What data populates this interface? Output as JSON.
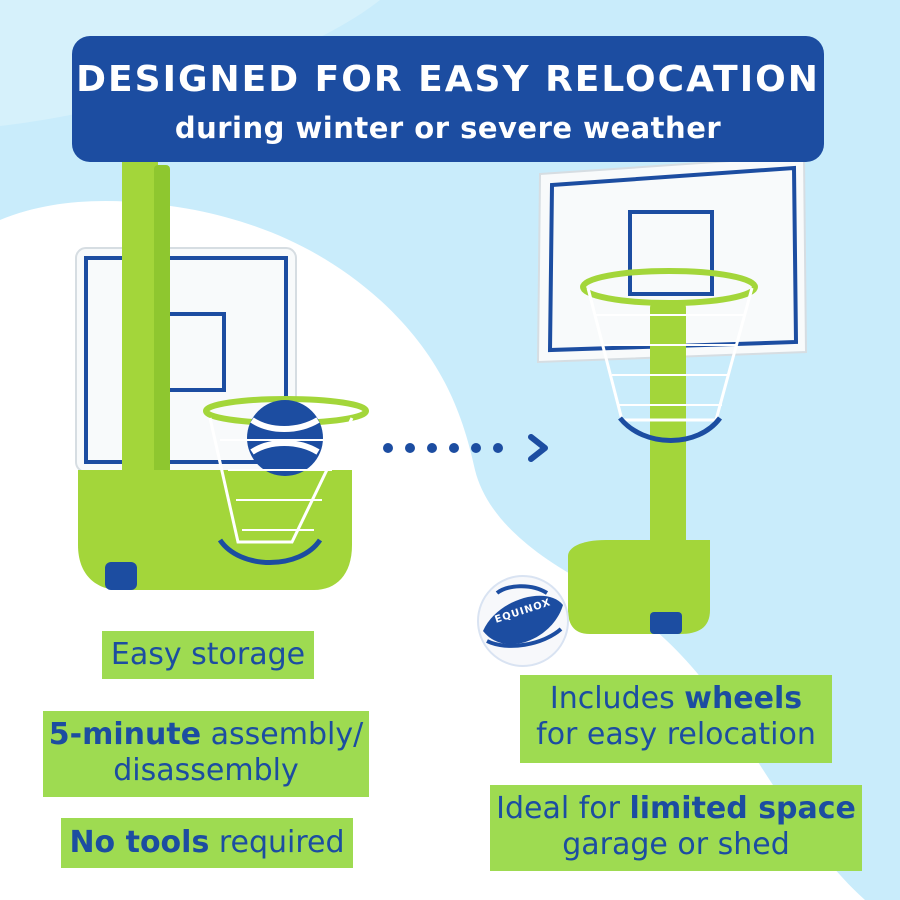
{
  "header": {
    "title": "DESIGNED FOR EASY RELOCATION",
    "subtitle": "during winter or severe weather"
  },
  "colors": {
    "brand_blue": "#1c4da1",
    "accent_green": "#9edb51",
    "sky_blue": "#c9ecfb",
    "hoop_green": "#a3d63a"
  },
  "features_left": [
    {
      "text": "Easy storage"
    },
    {
      "line1_bold": "5-minute",
      "line1_regular": " assembly/",
      "line2": "disassembly"
    },
    {
      "bold": "No tools",
      "regular": " required"
    }
  ],
  "features_right": [
    {
      "line1_regular": "Includes ",
      "line1_bold": "wheels",
      "line2": "for easy relocation"
    },
    {
      "line1_regular": "Ideal for ",
      "line1_bold": "limited space",
      "line2": "garage or shed"
    }
  ],
  "ball": {
    "brand_text": "EQUINOX"
  },
  "icons": {
    "arrow": "chevron-right-icon",
    "transition_dots": "dot-trail"
  }
}
